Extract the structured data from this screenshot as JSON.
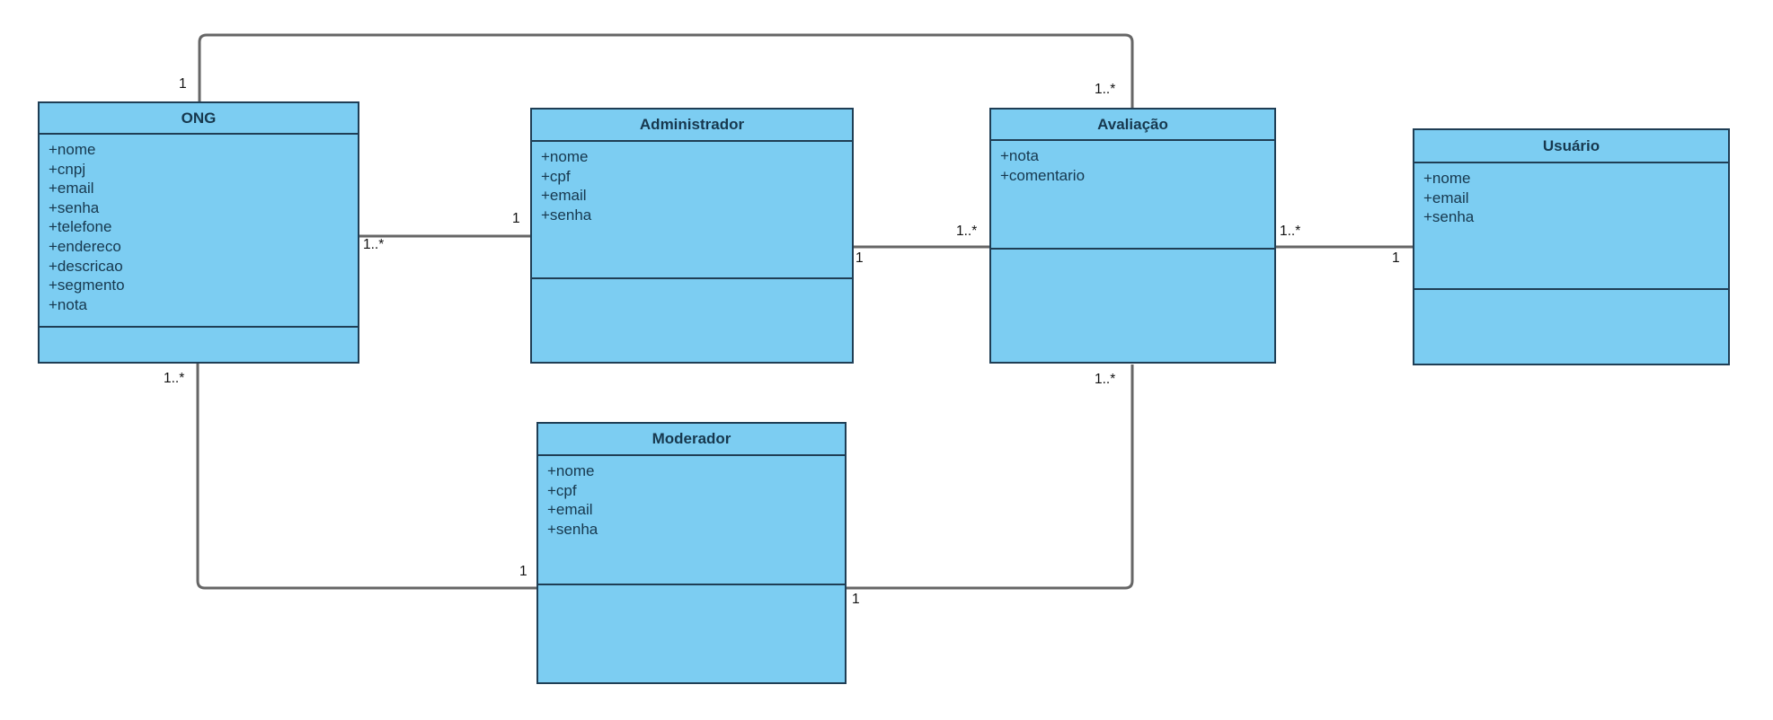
{
  "diagram": {
    "type": "uml_class_diagram",
    "colors": {
      "class_fill": "#7CCDF2",
      "class_border": "#1F3E55",
      "class_text": "#17384E",
      "connector": "#666666",
      "label_text": "#111111",
      "canvas_bg": "#FFFFFF"
    },
    "classes": [
      {
        "name": "ONG",
        "attributes": [
          "+nome",
          "+cnpj",
          "+email",
          "+senha",
          "+telefone",
          "+endereco",
          "+descricao",
          "+segmento",
          "+nota"
        ]
      },
      {
        "name": "Administrador",
        "attributes": [
          "+nome",
          "+cpf",
          "+email",
          "+senha"
        ]
      },
      {
        "name": "Avaliação",
        "attributes": [
          "+nota",
          "+comentario"
        ]
      },
      {
        "name": "Usuário",
        "attributes": [
          "+nome",
          "+email",
          "+senha"
        ]
      },
      {
        "name": "Moderador",
        "attributes": [
          "+nome",
          "+cpf",
          "+email",
          "+senha"
        ]
      }
    ],
    "connections": [
      {
        "id": "ong-administrador",
        "from": "ONG",
        "to": "Administrador",
        "from_multiplicity": "1..*",
        "to_multiplicity": "1"
      },
      {
        "id": "administrador-avaliacao",
        "from": "Administrador",
        "to": "Avaliação",
        "from_multiplicity": "1",
        "to_multiplicity": "1..*"
      },
      {
        "id": "avaliacao-usuario",
        "from": "Avaliação",
        "to": "Usuário",
        "from_multiplicity": "1..*",
        "to_multiplicity": "1"
      },
      {
        "id": "ong-avaliacao-top",
        "from": "ONG",
        "to": "Avaliação",
        "from_multiplicity": "1",
        "to_multiplicity": "1..*"
      },
      {
        "id": "ong-moderador",
        "from": "ONG",
        "to": "Moderador",
        "from_multiplicity": "1..*",
        "to_multiplicity": "1"
      },
      {
        "id": "moderador-avaliacao",
        "from": "Moderador",
        "to": "Avaliação",
        "from_multiplicity": "1",
        "to_multiplicity": "1..*"
      }
    ]
  }
}
